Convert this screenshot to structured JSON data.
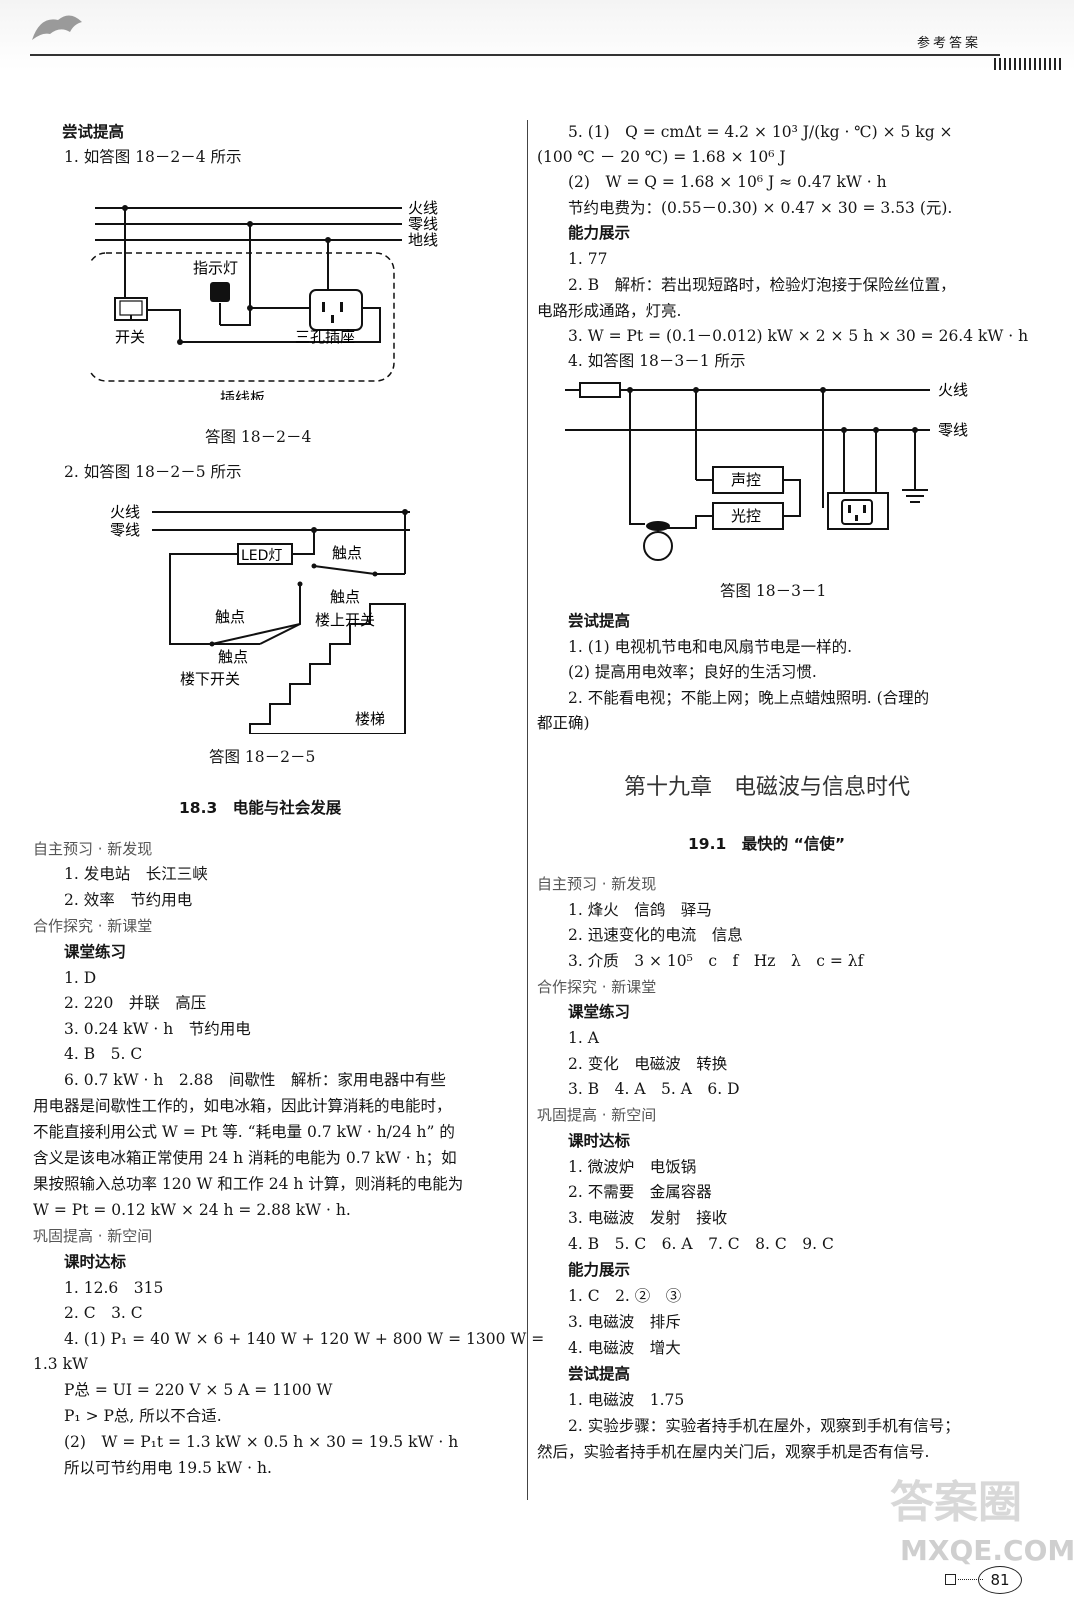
{
  "header": {
    "label": "参考答案",
    "page_number": "81"
  },
  "watermark": "答案圈",
  "watermark_url": "MXQE.COM",
  "left": {
    "try_heading": "尝试提高",
    "q1": "1. 如答图 18－2－4 所示",
    "fig1": {
      "l1": "火线",
      "l2": "零线",
      "l3": "地线",
      "lamp": "指示灯",
      "switch": "开关",
      "socket": "三孔插座",
      "board": "插线板",
      "caption": "答图 18－2－4"
    },
    "q2": "2. 如答图 18－2－5 所示",
    "fig2": {
      "l1": "火线",
      "l2": "零线",
      "led": "LED灯",
      "c1": "触点",
      "c2": "触点",
      "c3": "触点",
      "c4": "触点",
      "up": "楼上开关",
      "down": "楼下开关",
      "stairs": "楼梯",
      "caption": "答图 18－2－5"
    },
    "section_title": "18.3　电能与社会发展",
    "s1": "自主预习 · 新发现",
    "a1": "1. 发电站　长江三峡",
    "a2": "2. 效率　节约用电",
    "s2": "合作探究 · 新课堂",
    "h_class": "课堂练习",
    "c1": "1. D",
    "c2": "2. 220　并联　高压",
    "c3": "3. 0.24 kW · h　节约用电",
    "c4": "4. B　5. C",
    "c6a": "6. 0.7 kW · h　2.88　间歇性　解析：家用电器中有些",
    "c6b": "用电器是间歇性工作的，如电冰箱，因此计算消耗的电能时，",
    "c6c": "不能直接利用公式 W = Pt 等. “耗电量 0.7 kW · h/24 h” 的",
    "c6d": "含义是该电冰箱正常使用 24 h 消耗的电能为 0.7 kW · h；如",
    "c6e": "果按照输入总功率 120 W 和工作 24 h 计算，则消耗的电能为",
    "c6f": "W = Pt = 0.12 kW × 24 h = 2.88 kW · h.",
    "s3": "巩固提高 · 新空间",
    "h_lesson": "课时达标",
    "d1": "1. 12.6　315",
    "d2": "2. C　3. C",
    "d4a": "4. (1) P₁ = 40 W × 6 + 140 W + 120 W + 800 W = 1300 W =",
    "d4b": "1.3 kW",
    "d4c": "P总 = UI = 220 V × 5 A = 1100 W",
    "d4d": "P₁ > P总, 所以不合适.",
    "d4e": "(2)　W = P₁t = 1.3 kW × 0.5 h × 30 = 19.5 kW · h",
    "d4f": "所以可节约用电 19.5 kW · h."
  },
  "right": {
    "r5a": "5. (1)　Q = cmΔt = 4.2 × 10³ J/(kg · ℃) × 5 kg ×",
    "r5b": "(100 ℃ － 20 ℃) = 1.68 × 10⁶ J",
    "r5c": "(2)　W = Q = 1.68 × 10⁶ J ≈ 0.47 kW · h",
    "r5d": "节约电费为：(0.55－0.30) × 0.47 × 30 = 3.53 (元).",
    "h_ability": "能力展示",
    "e1": "1. 77",
    "e2a": "2. B　解析：若出现短路时，检验灯泡接于保险丝位置，",
    "e2b": "电路形成通路，灯亮.",
    "e3": "3. W = Pt = (0.1－0.012) kW × 2 × 5 h × 30 = 26.4 kW · h",
    "e4": "4. 如答图 18－3－1 所示",
    "fig3": {
      "l1": "火线",
      "l2": "零线",
      "sound": "声控",
      "light": "光控",
      "caption": "答图 18－3－1"
    },
    "h_try": "尝试提高",
    "t1a": "1. (1) 电视机节电和电风扇节电是一样的.",
    "t1b": "(2) 提高用电效率；良好的生活习惯.",
    "t2a": "2. 不能看电视；不能上网；晚上点蜡烛照明. (合理的",
    "t2b": "都正确)",
    "chapter": "第十九章　电磁波与信息时代",
    "section": "19.1　最快的 “信使”",
    "s1": "自主预习 · 新发现",
    "p1": "1. 烽火　信鸽　驿马",
    "p2": "2. 迅速变化的电流　信息",
    "p3": "3. 介质　3 × 10⁵　c　f　Hz　λ　c = λf",
    "s2": "合作探究 · 新课堂",
    "h_class": "课堂练习",
    "k1": "1. A",
    "k2": "2. 变化　电磁波　转换",
    "k3": "3. B　4. A　5. A　6. D",
    "s3": "巩固提高 · 新空间",
    "h_lesson": "课时达标",
    "m1": "1. 微波炉　电饭锅",
    "m2": "2. 不需要　金属容器",
    "m3": "3. 电磁波　发射　接收",
    "m4": "4. B　5. C　6. A　7. C　8. C　9. C",
    "h_ability2": "能力展示",
    "n1": "1. C　2. ②　③",
    "n3": "3. 电磁波　排斥",
    "n4": "4. 电磁波　增大",
    "h_try2": "尝试提高",
    "q1": "1. 电磁波　1.75",
    "q2a": "2. 实验步骤：实验者持手机在屋外，观察到手机有信号；",
    "q2b": "然后，实验者持手机在屋内关门后，观察手机是否有信号."
  }
}
